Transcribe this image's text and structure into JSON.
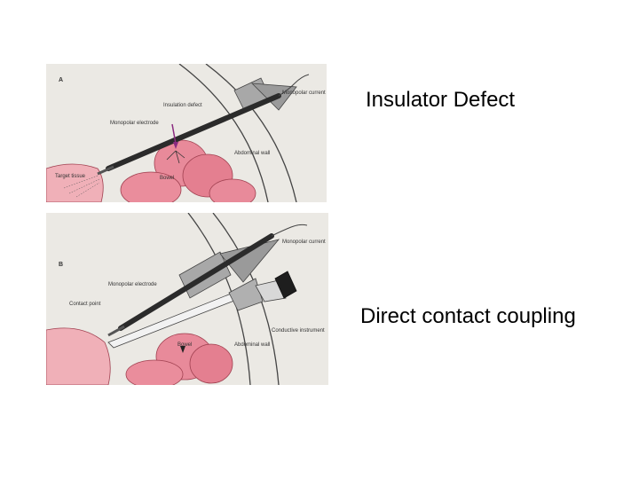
{
  "panel_a": {
    "letter": "A",
    "labels": {
      "insulation_defect": "Insulation defect",
      "monopolar_electrode": "Monopolar electrode",
      "monopolar_current": "Monopolar current",
      "abdominal_wall": "Abdominal wall",
      "bowel": "Bowel",
      "target_tissue": "Target tissue"
    }
  },
  "panel_b": {
    "letter": "B",
    "labels": {
      "monopolar_current": "Monopolar current",
      "monopolar_electrode": "Monopolar electrode",
      "contact_point": "Contact point",
      "conductive_instrument": "Conductive instrument",
      "abdominal_wall": "Abdominal wall",
      "bowel": "Bowel"
    }
  },
  "captions": {
    "insulator_defect": "Insulator Defect",
    "direct_contact_coupling": "Direct contact coupling"
  },
  "colors": {
    "tissue": "#e88a9a",
    "tissue_dark": "#b8455c",
    "instrument": "#2b2b2b",
    "sheath": "#9a9a9a",
    "background": "#ebe9e4"
  }
}
